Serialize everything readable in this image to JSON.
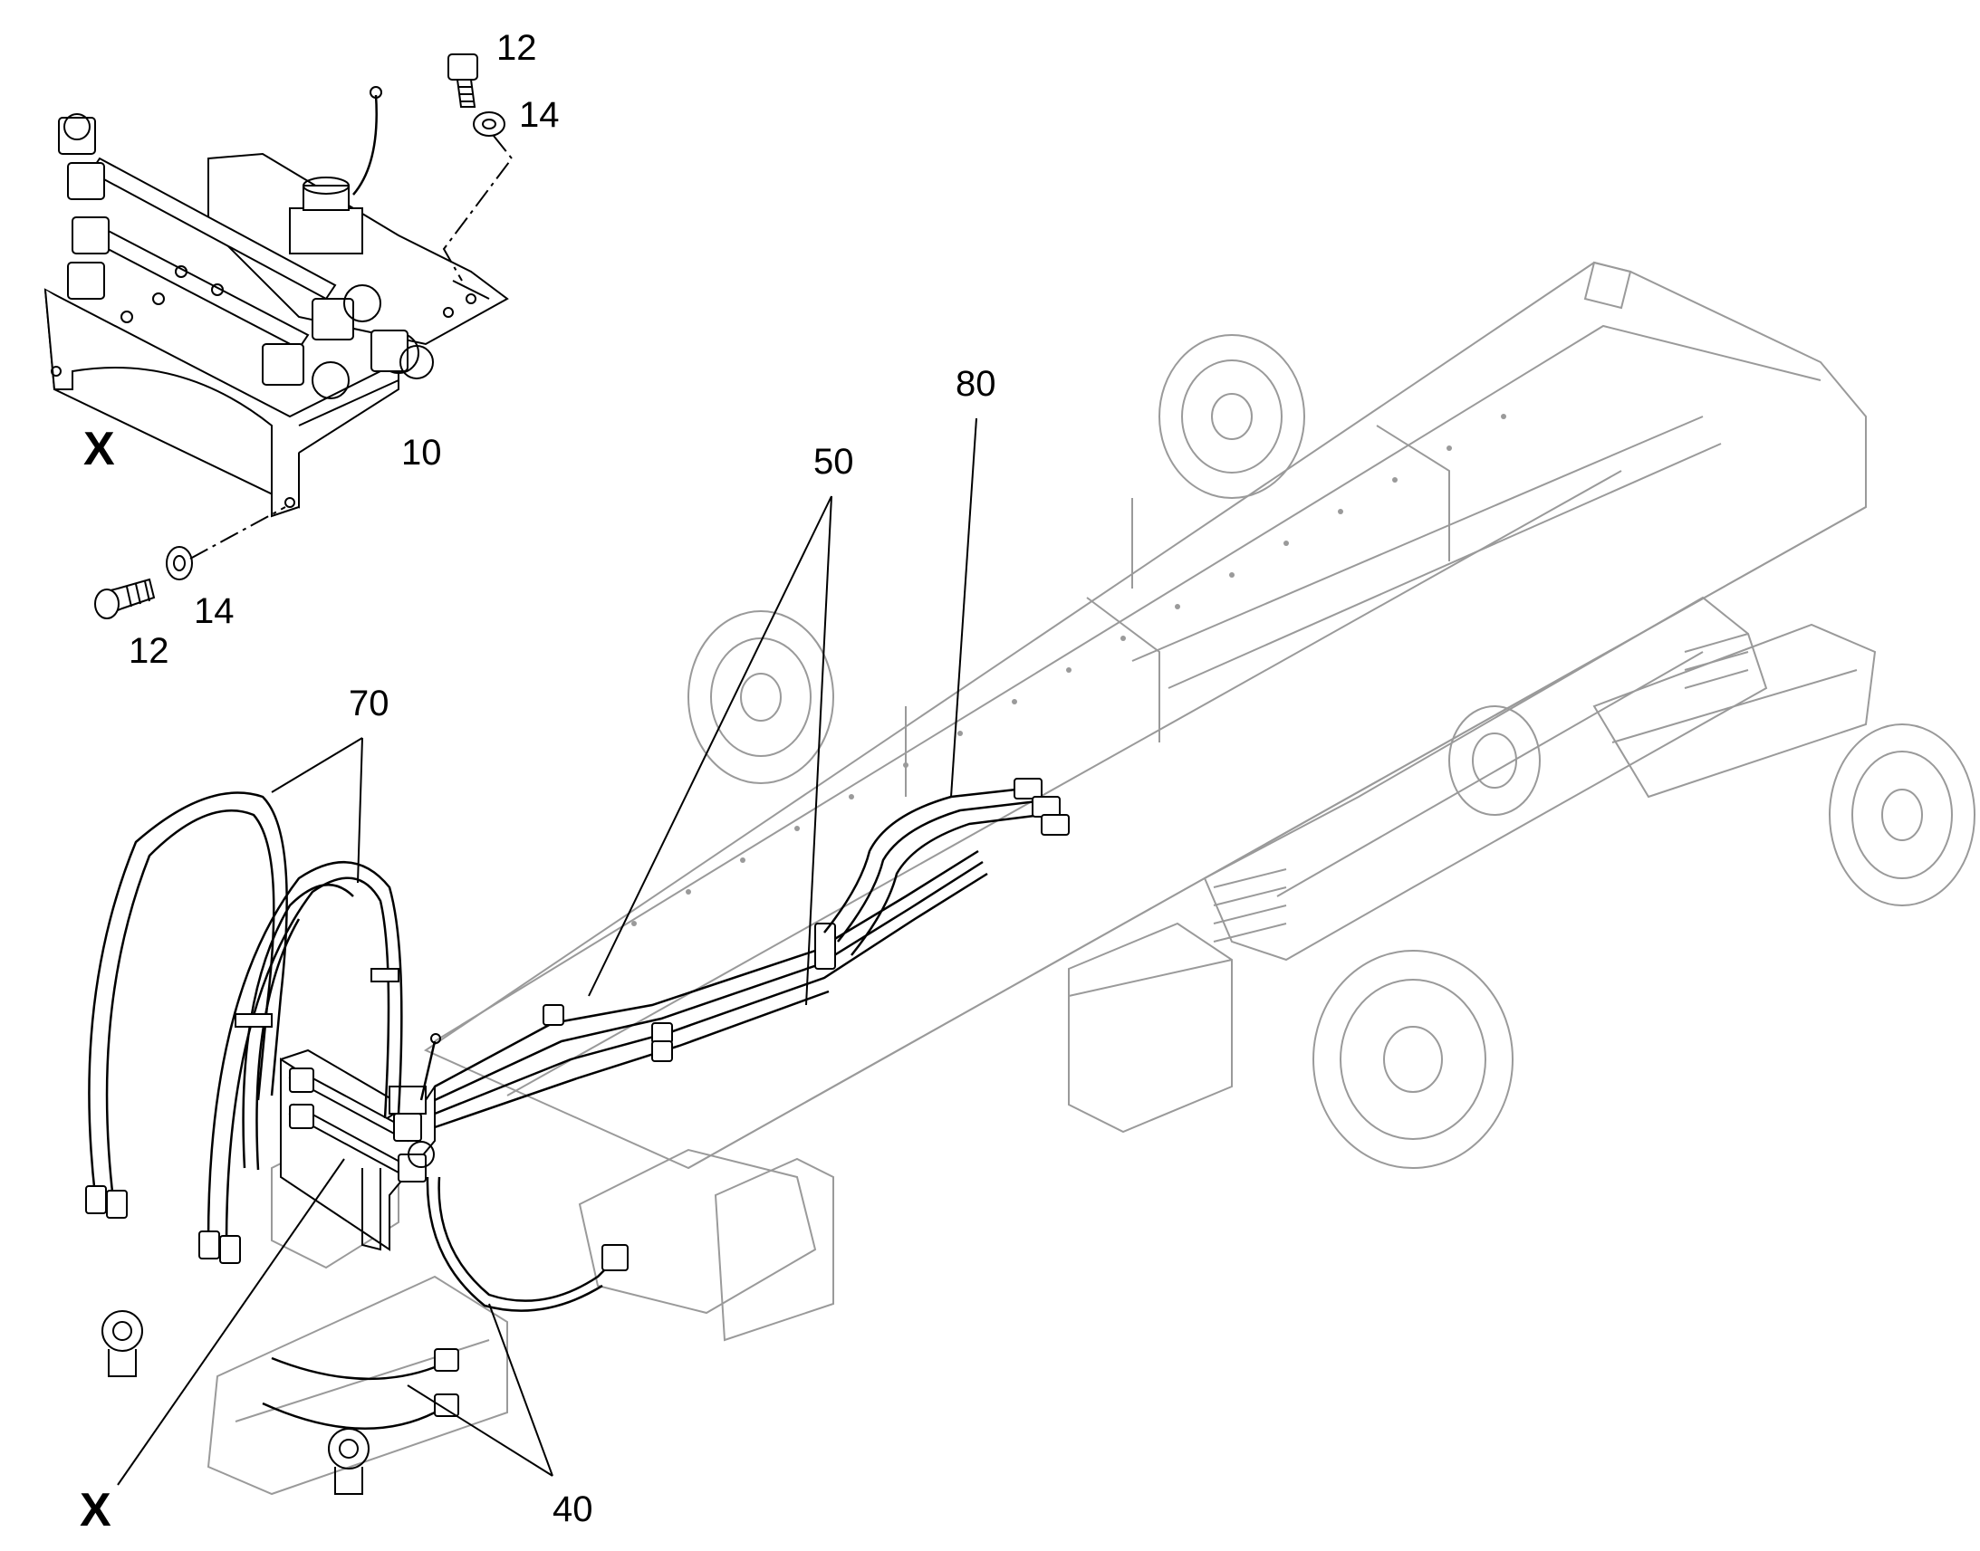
{
  "callouts": {
    "c12_top": "12",
    "c14_top": "14",
    "c10": "10",
    "c14_bottom": "14",
    "c12_bottom": "12",
    "c80": "80",
    "c50": "50",
    "c70": "70",
    "c40": "40"
  },
  "view_labels": {
    "detail": "X",
    "main": "X"
  },
  "colors": {
    "ink": "#000000",
    "ghost": "#9a9a9a",
    "background": "#ffffff"
  }
}
